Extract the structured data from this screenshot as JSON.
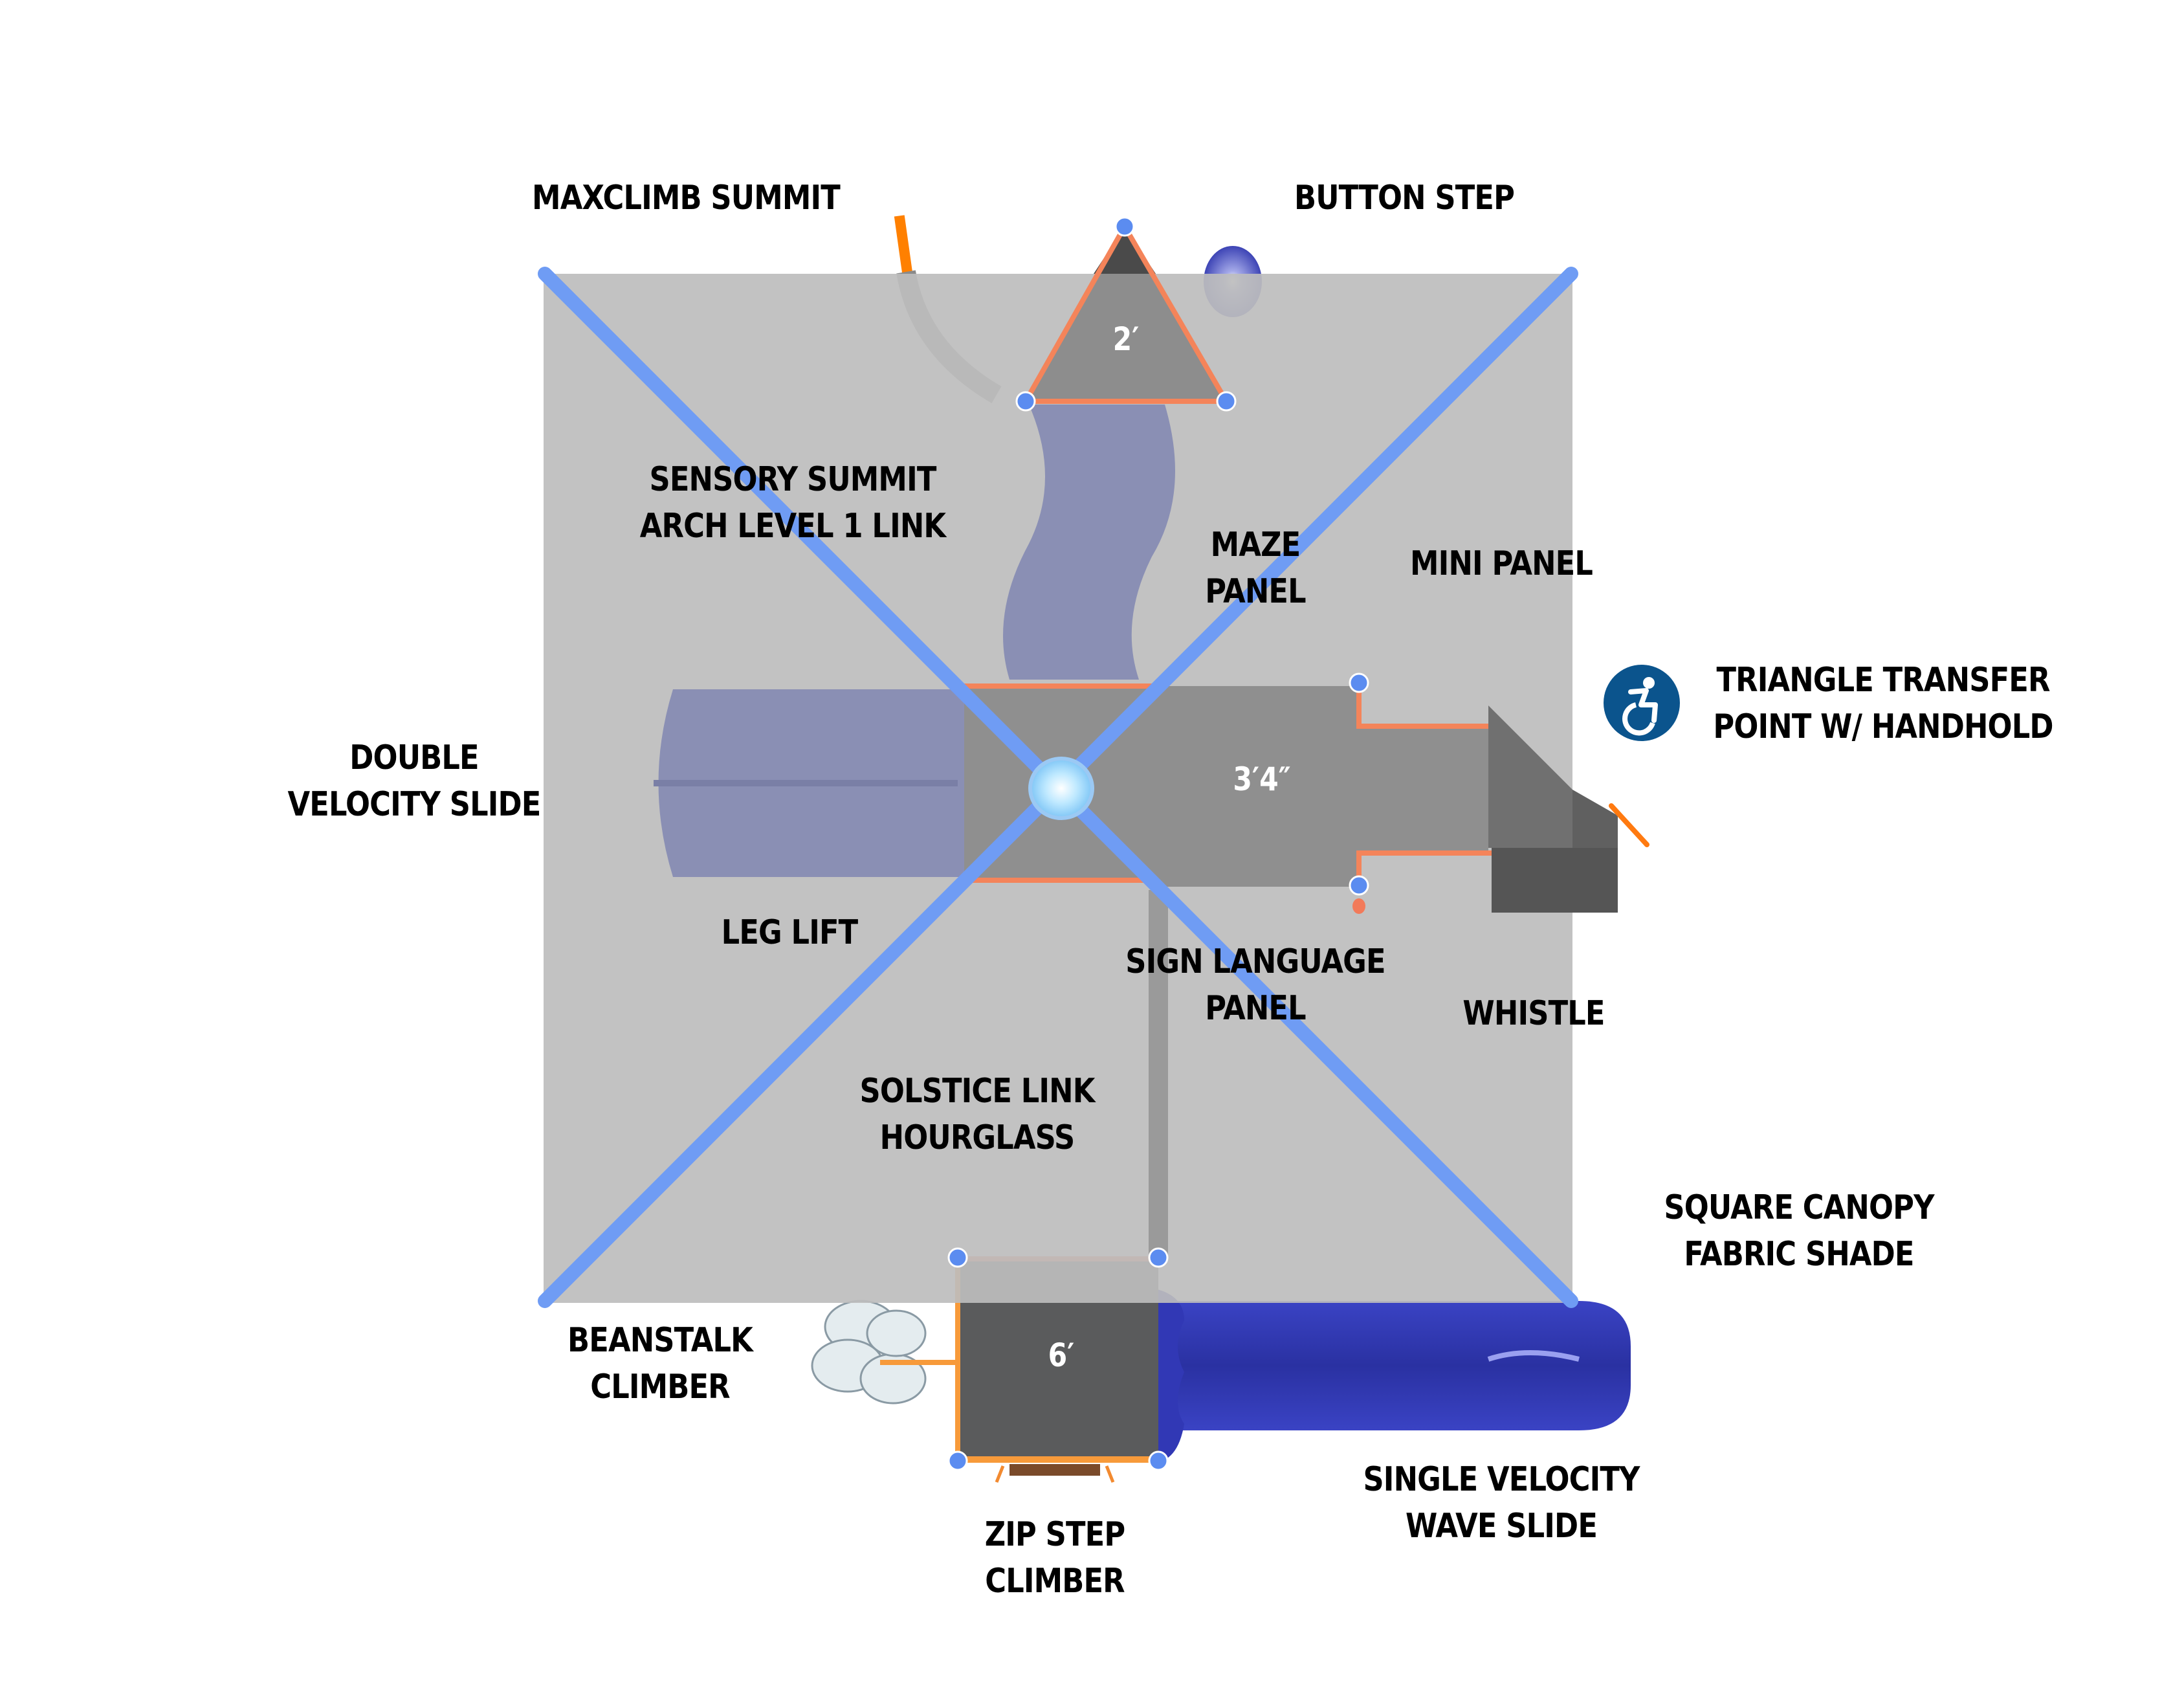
{
  "colors": {
    "canopy": "#c3c3c3",
    "canopy_beam": "#6f9cf4",
    "deck": "#959595",
    "deck_dark": "#5a5b5c",
    "slide_blue": "#2f37b0",
    "slide_faded": "#8a8fb4",
    "rail_orange": "#f4845a",
    "post_blue": "#3b7df0",
    "ada_blue": "#0b548d"
  },
  "labels": {
    "maxclimb": [
      "MAXCLIMB SUMMIT"
    ],
    "button_step": [
      "BUTTON STEP"
    ],
    "sensory_summit": [
      "SENSORY SUMMIT",
      "ARCH LEVEL 1 LINK"
    ],
    "maze_panel": [
      "MAZE",
      "PANEL"
    ],
    "mini_panel": [
      "MINI PANEL"
    ],
    "triangle_transfer": [
      "TRIANGLE TRANSFER",
      "POINT W/ HANDHOLD"
    ],
    "double_velocity": [
      "DOUBLE",
      "VELOCITY SLIDE"
    ],
    "leg_lift": [
      "LEG LIFT"
    ],
    "sign_language": [
      "SIGN LANGUAGE",
      "PANEL"
    ],
    "whistle": [
      "WHISTLE"
    ],
    "solstice_link": [
      "SOLSTICE LINK",
      "HOURGLASS"
    ],
    "square_canopy": [
      "SQUARE CANOPY",
      "FABRIC SHADE"
    ],
    "beanstalk": [
      "BEANSTALK",
      "CLIMBER"
    ],
    "zip_step": [
      "ZIP STEP",
      "CLIMBER"
    ],
    "single_velocity": [
      "SINGLE VELOCITY",
      "WAVE SLIDE"
    ]
  },
  "deck_heights": {
    "top_triangle": "2′",
    "main_deck": "3′4″",
    "bottom_deck": "6′"
  },
  "icons": {
    "accessibility": "wheelchair-icon"
  }
}
